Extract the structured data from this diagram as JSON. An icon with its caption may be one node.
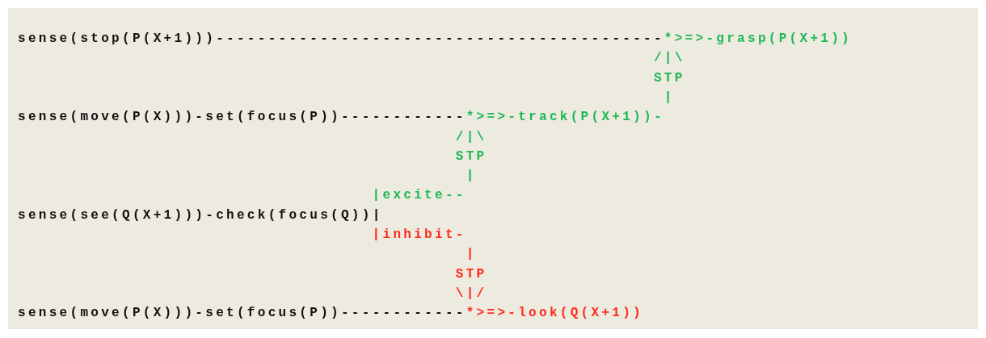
{
  "diagram": {
    "labels": [
      "sense(stop(P(X+1)))-------------------------------------------",
      "*>=>-grasp(P(X+1))",
      "/|\\",
      "STP",
      "|",
      "sense(move(P(X)))-set(focus(P))------------",
      "*>=>-track(P(X+1))-",
      "/|\\",
      "STP",
      "|",
      "|excite--",
      "sense(see(Q(X+1)))-check(focus(Q))|",
      "|inhibit-",
      "|",
      "STP",
      "\\|/",
      "sense(move(P(X)))-set(focus(P))------------",
      "*>=>-look(Q(X+1))"
    ]
  }
}
